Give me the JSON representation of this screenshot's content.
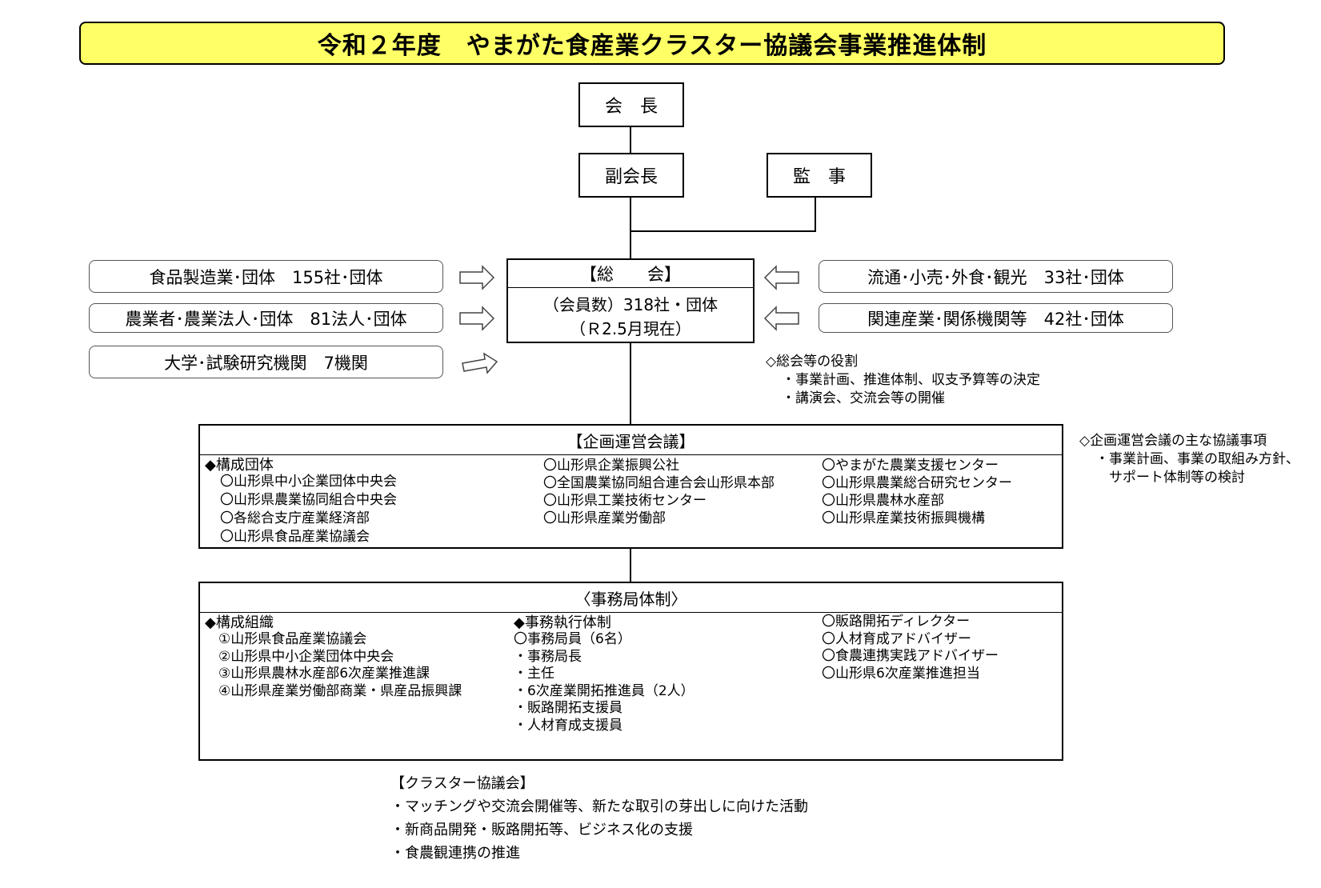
{
  "title": "令和２年度　やまがた食産業クラスター協議会事業推進体制",
  "kaicho": "会　長",
  "fukukaicho": "副会長",
  "kanji": "監　事",
  "left_members": [
    "食品製造業･団体　155社･団体",
    "農業者･農業法人･団体　81法人･団体",
    "大学･試験研究機関　7機関"
  ],
  "right_members": [
    "流通･小売･外食･観光　33社･団体",
    "関連産業･関係機関等　42社･団体"
  ],
  "sokai": {
    "title": "【総　　会】",
    "line1": "（会員数）318社・団体",
    "line2": "（Ｒ2.5月現在）"
  },
  "sokai_role": [
    "◇総会等の役割",
    "・事業計画、推進体制、収支予算等の決定",
    "・講演会、交流会等の開催"
  ],
  "kikaku": {
    "title": "【企画運営会議】",
    "heading": "◆構成団体",
    "col1": [
      "〇山形県中小企業団体中央会",
      "〇山形県農業協同組合中央会",
      "〇各総合支庁産業経済部",
      "〇山形県食品産業協議会"
    ],
    "col2": [
      "〇山形県企業振興公社",
      "〇全国農業協同組合連合会山形県本部",
      "〇山形県工業技術センター",
      "〇山形県産業労働部"
    ],
    "col3": [
      "〇やまがた農業支援センター",
      "〇山形県農業総合研究センター",
      "〇山形県農林水産部",
      "〇山形県産業技術振興機構"
    ]
  },
  "kikaku_note": [
    "◇企画運営会議の主な協議事項",
    "・事業計画、事業の取組み方針、",
    "サポート体制等の検討"
  ],
  "jimukyoku": {
    "title": "〈事務局体制〉",
    "col1_heading": "◆構成組織",
    "col1": [
      "①山形県食品産業協議会",
      "②山形県中小企業団体中央会",
      "③山形県農林水産部6次産業推進課",
      "④山形県産業労働部商業・県産品振興課"
    ],
    "col2_heading": "◆事務執行体制",
    "col2": [
      "〇事務局員（6名）",
      "・事務局長",
      "・主任",
      "・6次産業開拓推進員（2人）",
      "・販路開拓支援員",
      "・人材育成支援員"
    ],
    "col3": [
      "〇販路開拓ディレクター",
      "〇人材育成アドバイザー",
      "〇食農連携実践アドバイザー",
      "〇山形県6次産業推進担当"
    ]
  },
  "cluster": {
    "title": "【クラスター協議会】",
    "items": [
      "・マッチングや交流会開催等、新たな取引の芽出しに向けた活動",
      "・新商品開発・販路開拓等、ビジネス化の支援",
      "・食農観連携の推進"
    ]
  },
  "colors": {
    "title_bg": "#ffff66",
    "line": "#000000"
  }
}
